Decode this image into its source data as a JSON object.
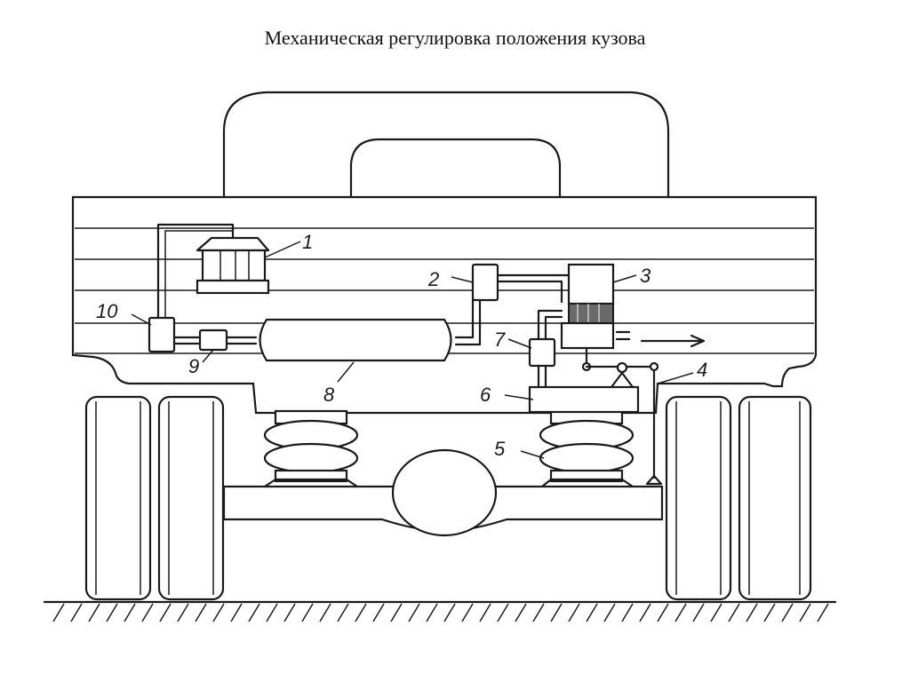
{
  "slide": {
    "title": "Механическая регулировка положения кузова"
  },
  "diagram": {
    "labels": [
      "1",
      "2",
      "3",
      "4",
      "5",
      "6",
      "7",
      "8",
      "9",
      "10"
    ]
  }
}
